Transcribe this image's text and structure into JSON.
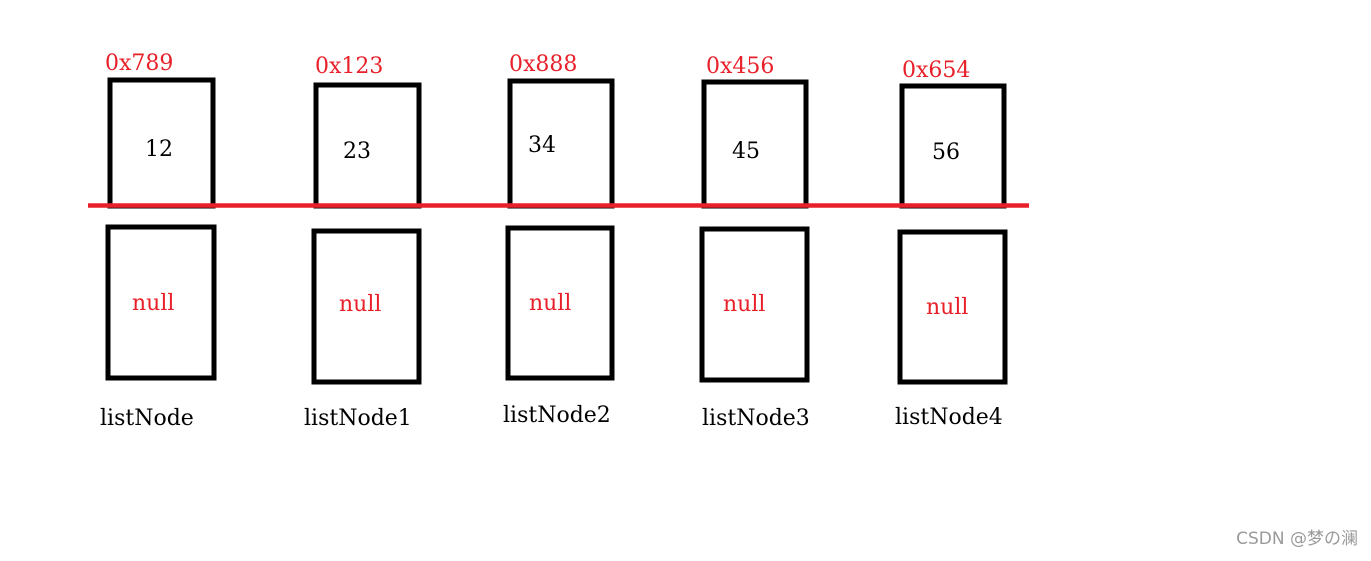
{
  "diagram": {
    "nodes": [
      {
        "address": "0x789",
        "value": "12",
        "next": "null",
        "label": "listNode"
      },
      {
        "address": "0x123",
        "value": "23",
        "next": "null",
        "label": "listNode1"
      },
      {
        "address": "0x888",
        "value": "34",
        "next": "null",
        "label": "listNode2"
      },
      {
        "address": "0x456",
        "value": "45",
        "next": "null",
        "label": "listNode3"
      },
      {
        "address": "0x654",
        "value": "56",
        "next": "null",
        "label": "listNode4"
      }
    ],
    "colors": {
      "accent": "#e8202a",
      "stroke": "#000000",
      "watermark": "#9a9a9a"
    }
  },
  "watermark": "CSDN @梦の澜"
}
